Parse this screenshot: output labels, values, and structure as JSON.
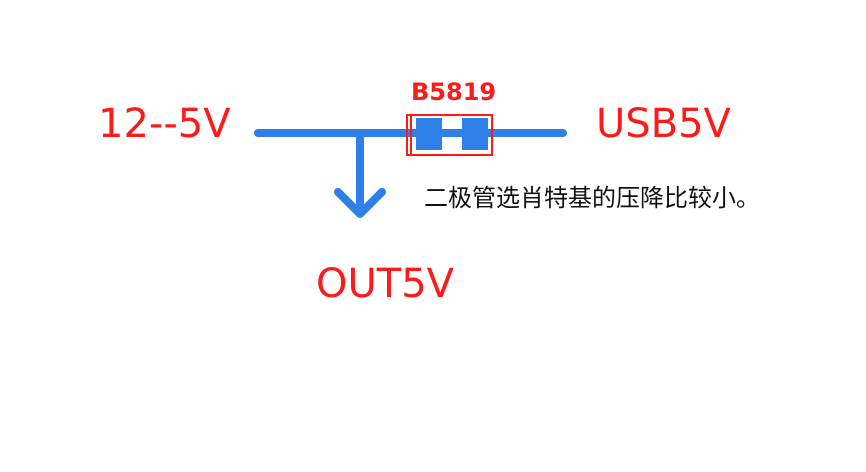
{
  "labels": {
    "input": "12--5V",
    "output_usb": "USB5V",
    "output": "OUT5V",
    "diode_part": "B5819"
  },
  "note": "二极管选肖特基的压降比较小。",
  "colors": {
    "wire": "#2f7fe8",
    "label": "#ff1a1a",
    "text": "#111111"
  }
}
